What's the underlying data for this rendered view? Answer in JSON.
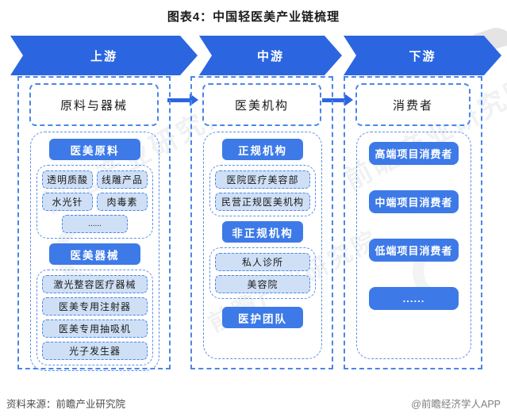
{
  "title": "图表4：中国轻医美产业链梳理",
  "colors": {
    "banner_blue": "#2b66e0",
    "header_chip_blue": "#3d7ae8",
    "item_bg_light_blue": "#cfe0f6",
    "dashed_border_blue": "#4a86e8",
    "group_border_blue": "#5b8fe8",
    "source_text_gray": "#4d4d4d",
    "credit_text_gray": "#808080"
  },
  "stages": {
    "upstream": "上游",
    "midstream": "中游",
    "downstream": "下游"
  },
  "upstream": {
    "title": "原料与器械",
    "sections": [
      {
        "header": "医美原料",
        "items": [
          "透明质酸",
          "线雕产品",
          "水光针",
          "肉毒素"
        ],
        "more": "......"
      },
      {
        "header": "医美器械",
        "items": [
          "激光整容医疗器械",
          "医美专用注射器",
          "医美专用抽吸机",
          "光子发生器"
        ]
      }
    ]
  },
  "midstream": {
    "title": "医美机构",
    "sections": [
      {
        "header": "正规机构",
        "items": [
          "医院医疗美容部",
          "民营正规医美机构"
        ]
      },
      {
        "header": "非正规机构",
        "items": [
          "私人诊所",
          "美容院"
        ]
      },
      {
        "header": "医护团队",
        "items": []
      }
    ]
  },
  "downstream": {
    "title": "消费者",
    "items": [
      "高端项目消费者",
      "中端项目消费者",
      "低端项目消费者",
      "......"
    ]
  },
  "footer": {
    "source": "资料来源：前瞻产业研究院",
    "credit": "@前瞻经济学人APP"
  },
  "watermark": {
    "text": "前瞻产业研究院"
  }
}
